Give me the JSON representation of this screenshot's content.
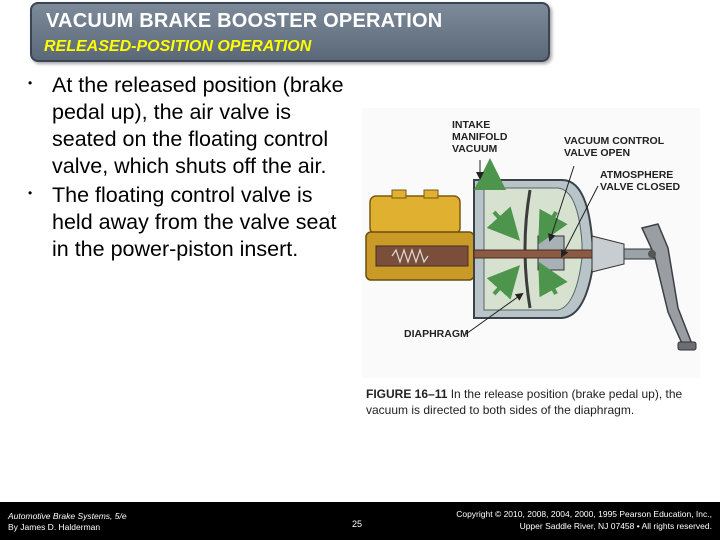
{
  "slide": {
    "title": "VACUUM BRAKE BOOSTER OPERATION",
    "subtitle": "RELEASED-POSITION OPERATION"
  },
  "bullets": [
    {
      "text": "At the released position (brake pedal up), the air valve is seated on the floating control valve, which shuts off the air."
    },
    {
      "text": "The floating control valve is held away from the valve seat in the power-piston insert."
    }
  ],
  "bullet_glyph": "•",
  "figure": {
    "labels": {
      "intake_1": "INTAKE",
      "intake_2": "MANIFOLD",
      "intake_3": "VACUUM",
      "vc_1": "VACUUM CONTROL",
      "vc_2": "VALVE OPEN",
      "atm_1": "ATMOSPHERE",
      "atm_2": "VALVE CLOSED",
      "diaphragm": "DIAPHRAGM"
    },
    "colors": {
      "master_cylinder": "#e0b030",
      "booster_shell": "#b9c4c8",
      "vacuum_chamber": "#d6e2cf",
      "pushrod": "#8a5a44",
      "pedal": "#9a9ea3",
      "arrow": "#5aa05a"
    }
  },
  "caption": {
    "figure_number": "FIGURE 16–11",
    "text": "In the release position (brake pedal up), the vacuum is directed to both sides of the diaphragm."
  },
  "footer": {
    "book_title": "Automotive Brake Systems, 5/e",
    "author": "By James D. Halderman",
    "page_number": "25",
    "copyright_line1": "Copyright © 2010, 2008, 2004, 2000, 1995 Pearson Education, Inc.,",
    "copyright_line2": "Upper Saddle River, NJ 07458 • All rights reserved."
  }
}
